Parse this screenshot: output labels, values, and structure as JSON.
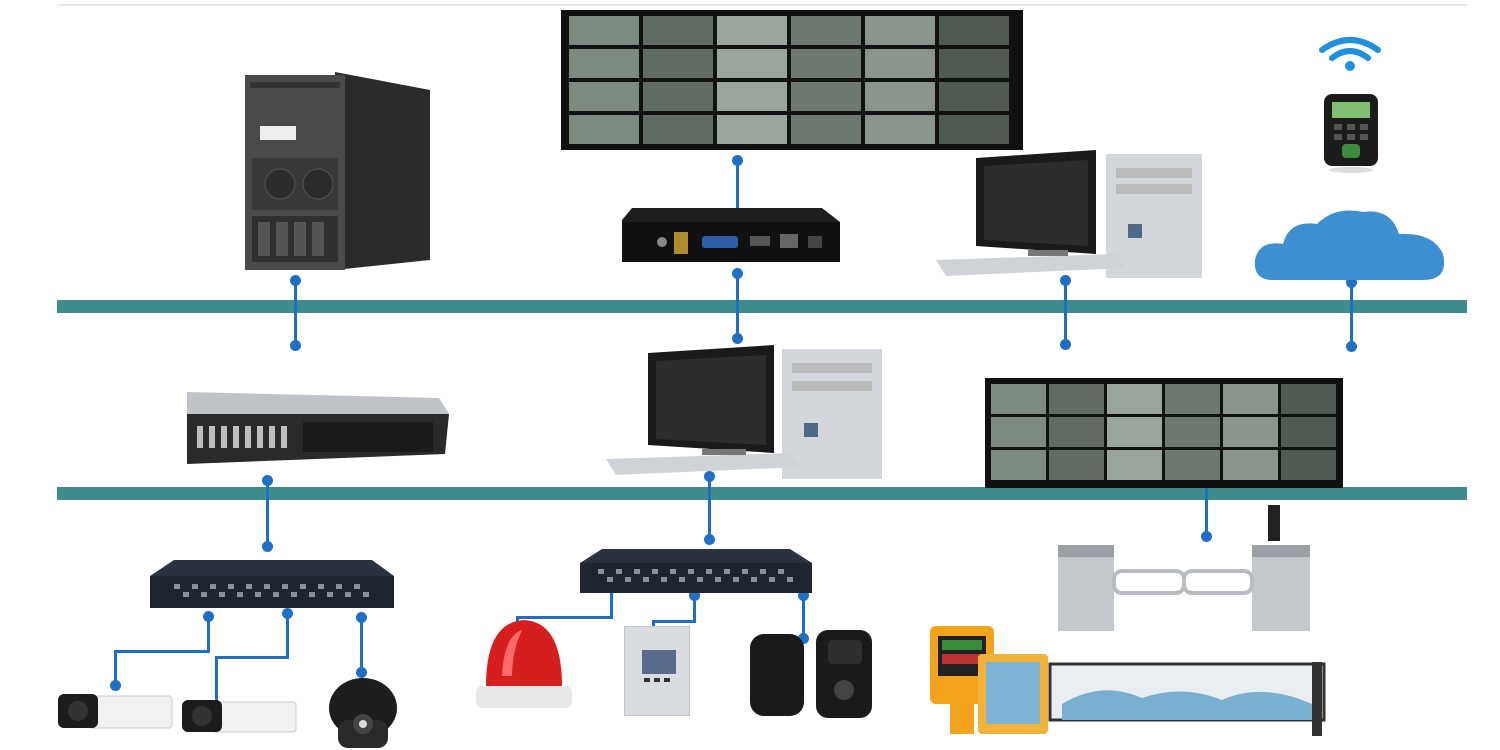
{
  "diagram": {
    "devices": [
      {
        "id": "tower-server",
        "icon": "tower-server-icon"
      },
      {
        "id": "video-wall-top",
        "icon": "video-wall-icon"
      },
      {
        "id": "decoder",
        "icon": "video-decoder-icon"
      },
      {
        "id": "access-terminal",
        "icon": "fingerprint-terminal-icon"
      },
      {
        "id": "wifi",
        "icon": "wifi-icon"
      },
      {
        "id": "workstation-top",
        "icon": "desktop-computer-icon"
      },
      {
        "id": "cloud",
        "icon": "cloud-icon"
      },
      {
        "id": "rack-server",
        "icon": "rack-server-icon"
      },
      {
        "id": "workstation-mid",
        "icon": "desktop-computer-icon"
      },
      {
        "id": "video-wall-mid",
        "icon": "video-wall-icon"
      },
      {
        "id": "switch-left",
        "icon": "network-switch-icon"
      },
      {
        "id": "switch-mid",
        "icon": "network-switch-icon"
      },
      {
        "id": "turnstile",
        "icon": "turnstile-gate-icon"
      },
      {
        "id": "bullet-camera-1",
        "icon": "bullet-camera-icon"
      },
      {
        "id": "bullet-camera-2",
        "icon": "bullet-camera-icon"
      },
      {
        "id": "dome-camera",
        "icon": "dome-camera-icon"
      },
      {
        "id": "alarm-light",
        "icon": "alarm-beacon-icon"
      },
      {
        "id": "alarm-panel",
        "icon": "alarm-control-panel-icon"
      },
      {
        "id": "beam-detector",
        "icon": "infrared-beam-detector-icon"
      },
      {
        "id": "parking-system",
        "icon": "parking-barrier-icon"
      }
    ],
    "colors": {
      "bus": "#3e8c8c",
      "link": "#1f6fc4",
      "wall_grid": "#6d7a73",
      "cloud": "#3e8fd0"
    }
  }
}
